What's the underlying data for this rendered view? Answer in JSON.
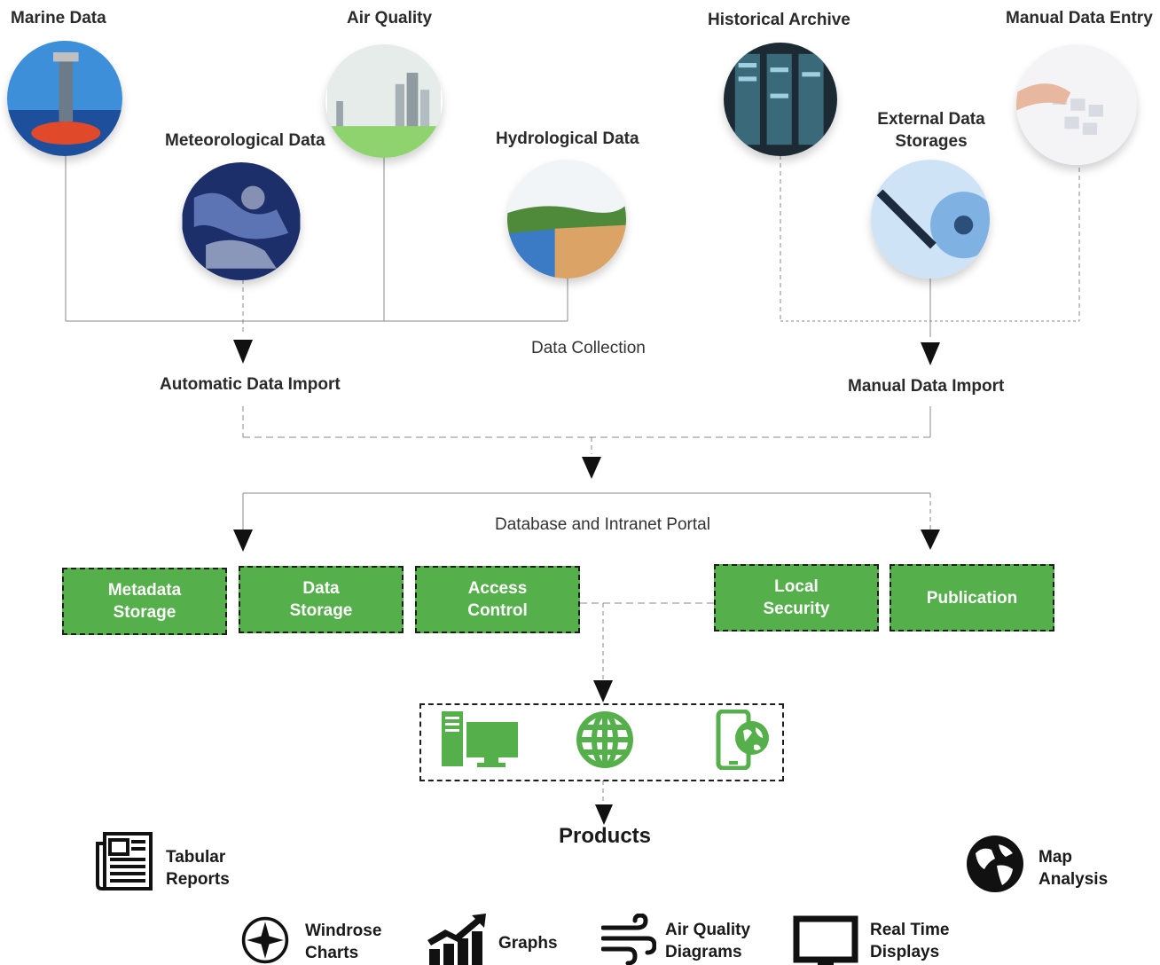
{
  "sources": {
    "marine": "Marine Data",
    "air_quality": "Air Quality",
    "meteorological": "Meteorological Data",
    "hydrological": "Hydrological Data",
    "historical": "Historical Archive",
    "manual_entry": "Manual Data Entry",
    "external_line1": "External Data",
    "external_line2": "Storages"
  },
  "labels": {
    "data_collection": "Data Collection",
    "automatic_import": "Automatic Data Import",
    "manual_import": "Manual Data Import",
    "database_portal": "Database and Intranet Portal"
  },
  "modules": [
    {
      "line1": "Metadata",
      "line2": "Storage"
    },
    {
      "line1": "Data",
      "line2": "Storage"
    },
    {
      "line1": "Access",
      "line2": "Control"
    },
    {
      "line1": "Local",
      "line2": "Security"
    },
    {
      "line1": "Publication",
      "line2": ""
    }
  ],
  "products": {
    "title": "Products",
    "tabular": {
      "line1": "Tabular",
      "line2": "Reports"
    },
    "map": {
      "line1": "Map",
      "line2": "Analysis"
    },
    "windrose": {
      "line1": "Windrose",
      "line2": "Charts"
    },
    "graphs": "Graphs",
    "air_quality": {
      "line1": "Air Quality",
      "line2": "Diagrams"
    },
    "real_time": {
      "line1": "Real Time",
      "line2": "Displays"
    }
  },
  "colors": {
    "accent_green": "#55b04b",
    "dark": "#1e1e1e"
  }
}
